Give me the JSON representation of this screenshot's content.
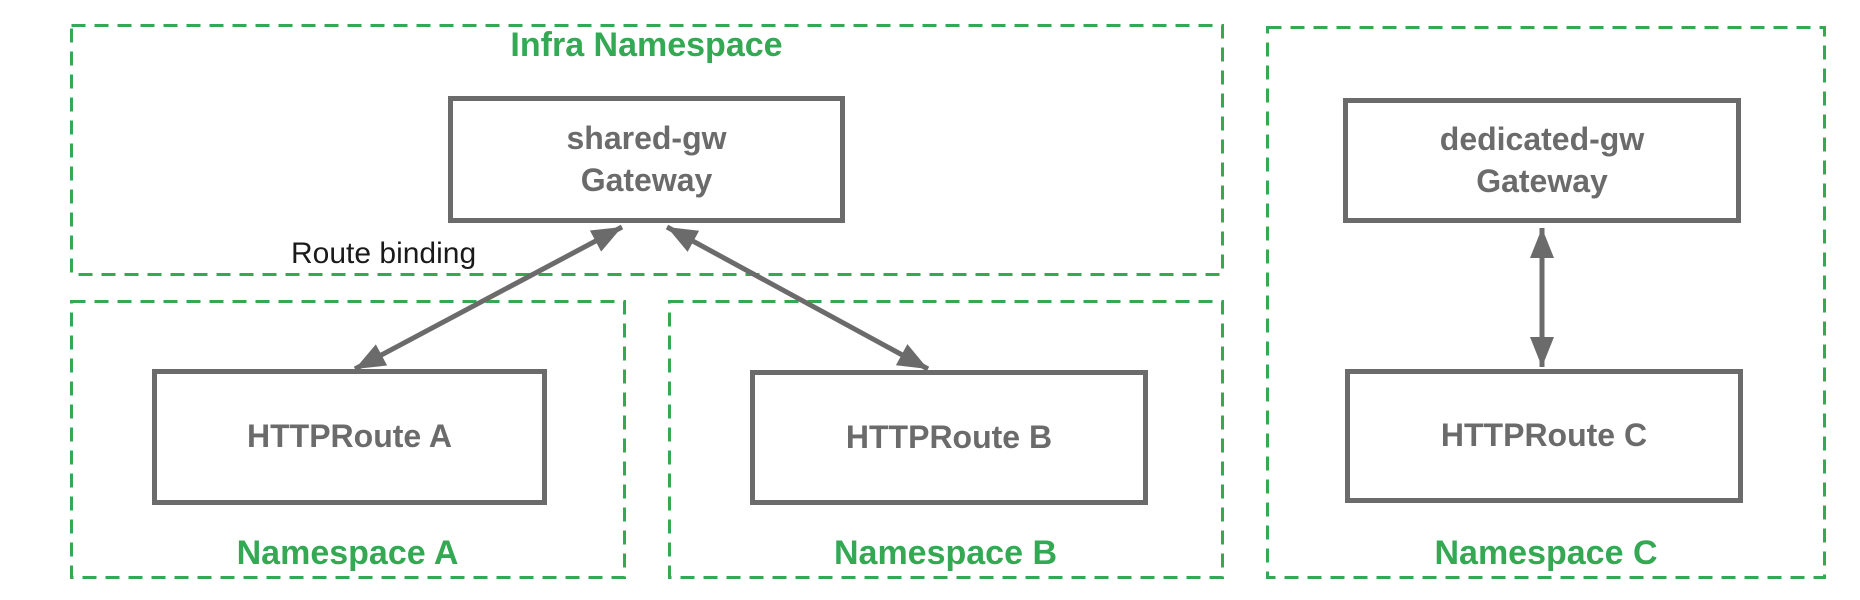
{
  "colors": {
    "green": "#34A853",
    "gray": "#6B6B6B",
    "label_black": "#1A1A1A",
    "background": "#FFFFFF"
  },
  "namespaces": {
    "infra": {
      "label": "Infra Namespace"
    },
    "a": {
      "label": "Namespace A"
    },
    "b": {
      "label": "Namespace B"
    },
    "c": {
      "label": "Namespace C"
    }
  },
  "nodes": {
    "shared_gw": {
      "line1": "shared-gw",
      "line2": "Gateway"
    },
    "dedicated_gw": {
      "line1": "dedicated-gw",
      "line2": "Gateway"
    },
    "route_a": {
      "label": "HTTPRoute A"
    },
    "route_b": {
      "label": "HTTPRoute B"
    },
    "route_c": {
      "label": "HTTPRoute C"
    }
  },
  "annotations": {
    "route_binding": "Route binding"
  },
  "edges": [
    {
      "from": "route_a",
      "to": "shared_gw",
      "style": "double-arrow",
      "meaning": "Route binding"
    },
    {
      "from": "route_b",
      "to": "shared_gw",
      "style": "double-arrow",
      "meaning": "Route binding"
    },
    {
      "from": "route_c",
      "to": "dedicated_gw",
      "style": "double-arrow",
      "meaning": "Route binding"
    }
  ]
}
